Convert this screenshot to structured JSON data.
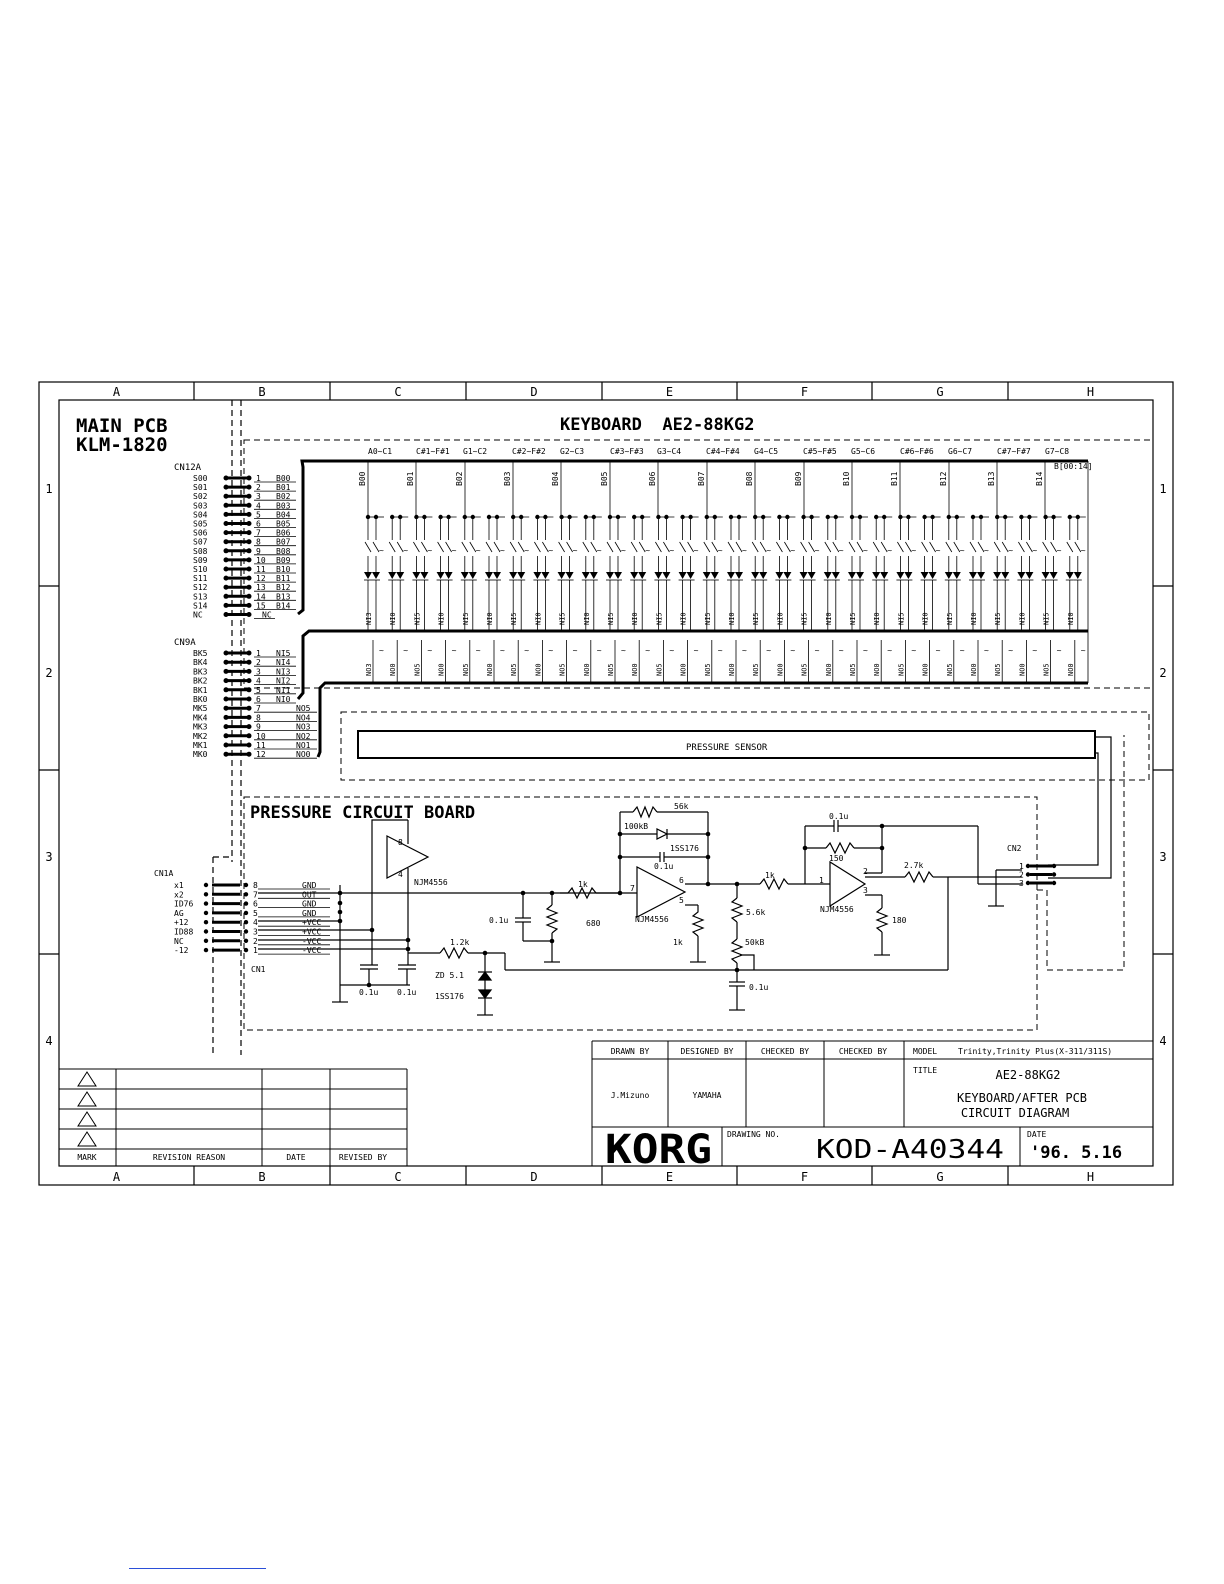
{
  "frame": {
    "columns": [
      "A",
      "B",
      "C",
      "D",
      "E",
      "F",
      "G",
      "H"
    ],
    "rows": [
      "1",
      "2",
      "3",
      "4"
    ]
  },
  "main_pcb": {
    "title_line1": "MAIN PCB",
    "title_line2": "KLM-1820",
    "cn12a": {
      "name": "CN12A",
      "signals": [
        "S00",
        "S01",
        "S02",
        "S03",
        "S04",
        "S05",
        "S06",
        "S07",
        "S08",
        "S09",
        "S10",
        "S11",
        "S12",
        "S13",
        "S14",
        "NC"
      ],
      "pins": [
        "1",
        "2",
        "3",
        "4",
        "5",
        "6",
        "7",
        "8",
        "9",
        "10",
        "11",
        "12",
        "13",
        "14",
        "15",
        ""
      ],
      "nets": [
        "B00",
        "B01",
        "B02",
        "B03",
        "B04",
        "B05",
        "B06",
        "B07",
        "B08",
        "B09",
        "B10",
        "B11",
        "B12",
        "B13",
        "B14",
        "NC"
      ]
    },
    "cn9a": {
      "name": "CN9A",
      "signals": [
        "BK5",
        "BK4",
        "BK3",
        "BK2",
        "BK1",
        "BK0",
        "MK5",
        "MK4",
        "MK3",
        "MK2",
        "MK1",
        "MK0"
      ],
      "pins": [
        "1",
        "2",
        "3",
        "4",
        "5",
        "6",
        "7",
        "8",
        "9",
        "10",
        "11",
        "12"
      ],
      "nets": [
        "NI5",
        "NI4",
        "NI3",
        "NI2",
        "NI1",
        "NI0",
        "NO5",
        "NO4",
        "NO3",
        "NO2",
        "NO1",
        "NO0"
      ]
    },
    "cn1a": {
      "name": "CN1A",
      "signals": [
        "x1",
        "x2",
        "ID76",
        "AG",
        "+12",
        "ID88",
        "NC",
        "-12"
      ]
    }
  },
  "keyboard": {
    "title": "KEYBOARD  AE2-88KG2",
    "ranges": [
      "A0~C1",
      "C#1~F#1",
      "G1~C2",
      "C#2~F#2",
      "G2~C3",
      "C#3~F#3",
      "G3~C4",
      "C#4~F#4",
      "G4~C5",
      "C#5~F#5",
      "G5~C6",
      "C#6~F#6",
      "G6~C7",
      "C#7~F#7",
      "G7~C8"
    ],
    "bus_label": "B[00:14]",
    "column_nets": [
      "B00",
      "B01",
      "B02",
      "B03",
      "B04",
      "B05",
      "B06",
      "B07",
      "B08",
      "B09",
      "B10",
      "B11",
      "B12",
      "B13",
      "B14"
    ],
    "ni_labels": [
      "NI3",
      "NI0",
      "NI5",
      "NI0",
      "NI5",
      "NI0",
      "NI5",
      "NI0",
      "NI5",
      "NI0",
      "NI5",
      "NI0",
      "NI5",
      "NI0",
      "NI5",
      "NI0",
      "NI5",
      "NI0",
      "NI5",
      "NI0",
      "NI5",
      "NI0",
      "NI5",
      "NI0",
      "NI5",
      "NI0",
      "NI5",
      "NI0",
      "NI5",
      "NI0"
    ],
    "no_labels": [
      "NO3",
      "NO0",
      "NO5",
      "NO0",
      "NO5",
      "NO0",
      "NO5",
      "NO0",
      "NO5",
      "NO0",
      "NO5",
      "NO0",
      "NO5",
      "NO0",
      "NO5",
      "NO0",
      "NO5",
      "NO0",
      "NO5",
      "NO0",
      "NO5",
      "NO0",
      "NO5",
      "NO0",
      "NO5",
      "NO0",
      "NO5",
      "NO0",
      "NO5",
      "NO0"
    ]
  },
  "pressure_sensor": {
    "label": "PRESSURE SENSOR"
  },
  "pressure_board": {
    "title": "PRESSURE CIRCUIT BOARD",
    "cn1": {
      "name": "CN1",
      "pins": [
        "8",
        "7",
        "6",
        "5",
        "4",
        "3",
        "2",
        "1"
      ],
      "nets": [
        "GND",
        "OUT",
        "GND",
        "GND",
        "+VCC",
        "+VCC",
        "-VCC",
        "-VCC"
      ]
    },
    "cn2": {
      "name": "CN2",
      "pins": [
        "1",
        "2",
        "3"
      ]
    },
    "parts": {
      "opamp_buffer": "NJM4556",
      "opamp_stage1": "NJM4556",
      "opamp_stage2": "NJM4556",
      "pin8": "8",
      "pin4": "4",
      "pin7": "7",
      "pin6": "6",
      "pin5": "5",
      "pin1": "1",
      "pin2": "2",
      "pin3": "3",
      "r_56k": "56k",
      "vr_100kb": "100kB",
      "d_1ss176_fb": "1SS176",
      "c_fb1": "0.1u",
      "r_1k_in": "1k",
      "r_680": "680",
      "c_in": "0.1u",
      "r_1k_bias": "1k",
      "r_1k_mid": "1k",
      "r_5k6": "5.6k",
      "vr_50kb": "50kB",
      "c_vr": "0.1u",
      "c_fb2": "0.1u",
      "r_150": "150",
      "r_2k7": "2.7k",
      "r_180": "180",
      "r_1k2": "1.2k",
      "zd": "ZD 5.1",
      "d_1ss176_zd": "1SS176",
      "c_dec1": "0.1u",
      "c_dec2": "0.1u"
    }
  },
  "title_block": {
    "headers": [
      "DRAWN BY",
      "DESIGNED BY",
      "CHECKED BY",
      "CHECKED BY"
    ],
    "drawn_by": "J.Mizuno",
    "designed_by": "YAMAHA",
    "model_label": "MODEL",
    "model": "Trinity,Trinity Plus(X-311/311S)",
    "title_label": "TITLE",
    "title_code": "AE2-88KG2",
    "title_desc1": "KEYBOARD/AFTER PCB",
    "title_desc2": "CIRCUIT DIAGRAM",
    "brand": "KORG",
    "drawing_no_label": "DRAWING NO.",
    "drawing_no": "KOD-A40344",
    "date_label": "DATE",
    "date": "'96. 5.16"
  },
  "revision_table": {
    "headers": [
      "MARK",
      "REVISION REASON",
      "DATE",
      "REVISED BY"
    ]
  }
}
